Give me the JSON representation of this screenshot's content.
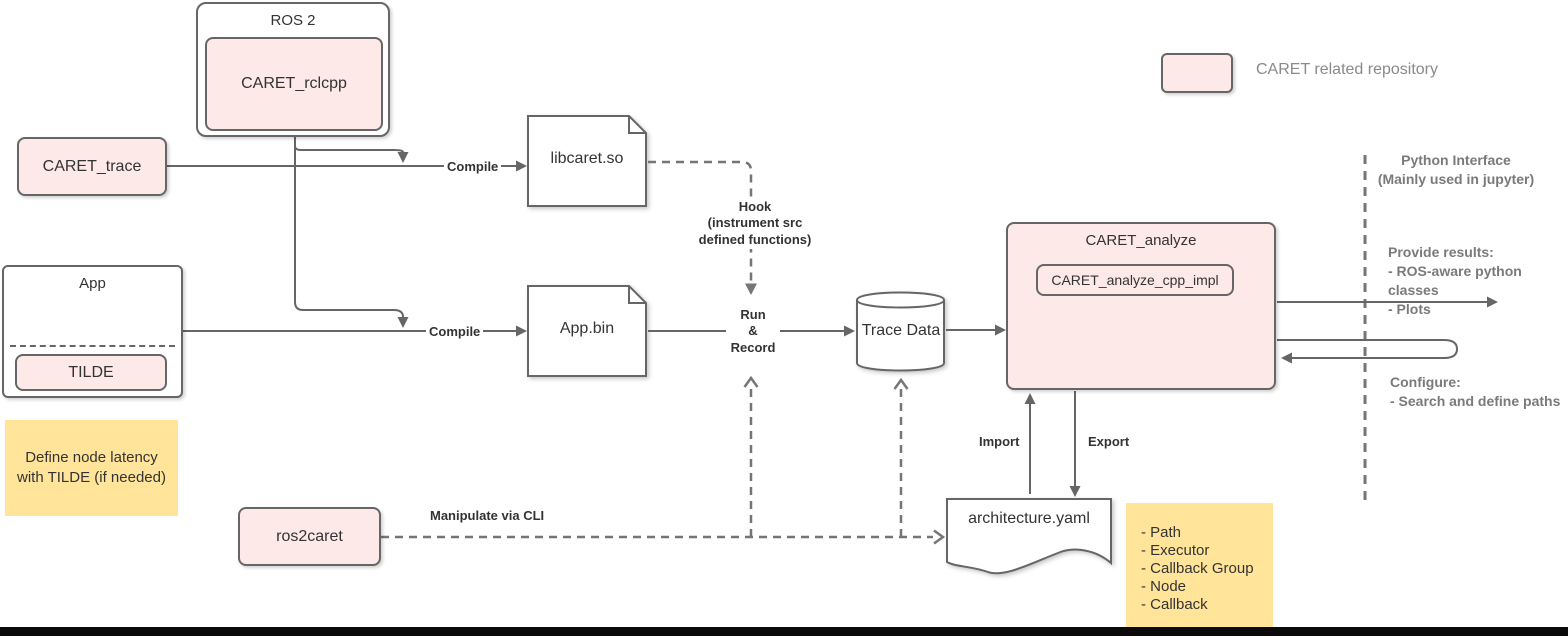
{
  "colors": {
    "pink": "#fce9e8",
    "yellow": "#ffe499",
    "border": "#666666",
    "line": "#666666",
    "dashed": "#757575",
    "text": "#333333",
    "muted": "#7a7a7a",
    "legend_text": "#8a8a8a"
  },
  "nodes": {
    "ros2": {
      "label": "ROS 2"
    },
    "caret_rclcpp": {
      "label": "CARET_rclcpp"
    },
    "caret_trace": {
      "label": "CARET_trace"
    },
    "app": {
      "label": "App"
    },
    "tilde": {
      "label": "TILDE"
    },
    "ros2caret": {
      "label": "ros2caret"
    },
    "libcaret": {
      "label": "libcaret.so"
    },
    "appbin": {
      "label": "App.bin"
    },
    "trace_data": {
      "label": "Trace Data"
    },
    "caret_analyze": {
      "label": "CARET_analyze"
    },
    "caret_analyze_cpp_impl": {
      "label": "CARET_analyze_cpp_impl"
    },
    "architecture_yaml": {
      "label": "architecture.yaml"
    }
  },
  "edge_labels": {
    "compile_top": "Compile",
    "compile_bottom": "Compile",
    "hook": "Hook\n(instrument src\ndefined functions)",
    "run_record": "Run\n&\nRecord",
    "import": "Import",
    "export": "Export",
    "manipulate": "Manipulate via CLI"
  },
  "notes": {
    "tilde_note": "Define node latency\nwith TILDE (if needed)",
    "arch_items": "- Path\n- Executor\n- Callback Group\n- Node\n- Callback"
  },
  "legend": {
    "label": "CARET related repository"
  },
  "annotations": {
    "python_interface": "Python Interface\n(Mainly used in jupyter)",
    "provide_results": "Provide results:\n- ROS-aware python classes\n- Plots",
    "configure": "Configure:\n- Search and define paths"
  }
}
